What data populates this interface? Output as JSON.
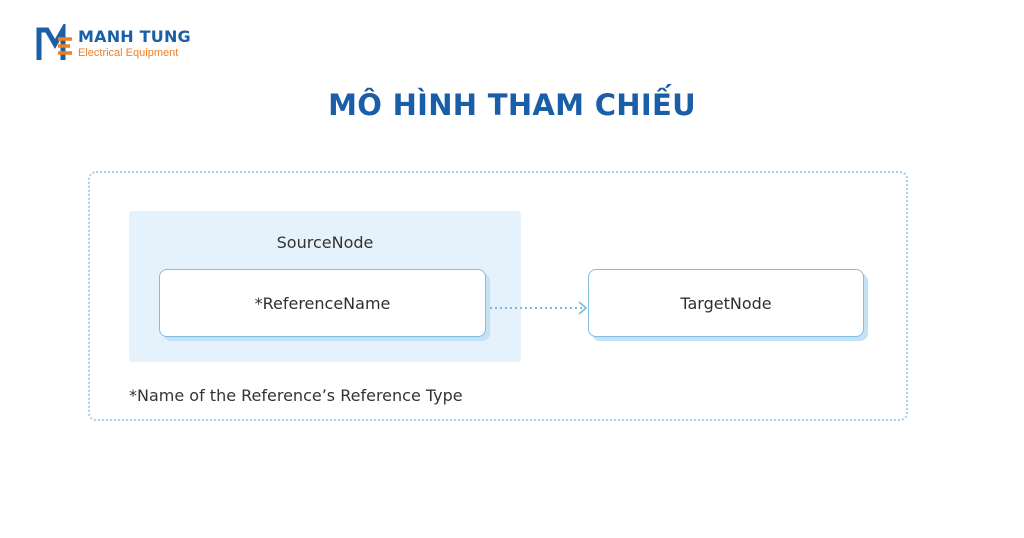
{
  "brand": {
    "name": "MANH TUNG",
    "tagline": "Electrical Equipment",
    "logo_icon": "mt-monogram-icon"
  },
  "title": "MÔ HÌNH THAM CHIẾU",
  "diagram": {
    "source_node_label": "SourceNode",
    "reference_name": "*ReferenceName",
    "target_node": "TargetNode",
    "footnote": "*Name of the Reference’s Reference Type",
    "arrow_icon": "dotted-arrow-right-icon"
  },
  "colors": {
    "brand_blue": "#1b5fa6",
    "brand_orange": "#f07e22",
    "title_blue": "#1a5ea8",
    "frame_border": "#a9cde6",
    "group_fill": "#e6f2fb",
    "node_border": "#82bde4",
    "arrow": "#7fb6de"
  }
}
